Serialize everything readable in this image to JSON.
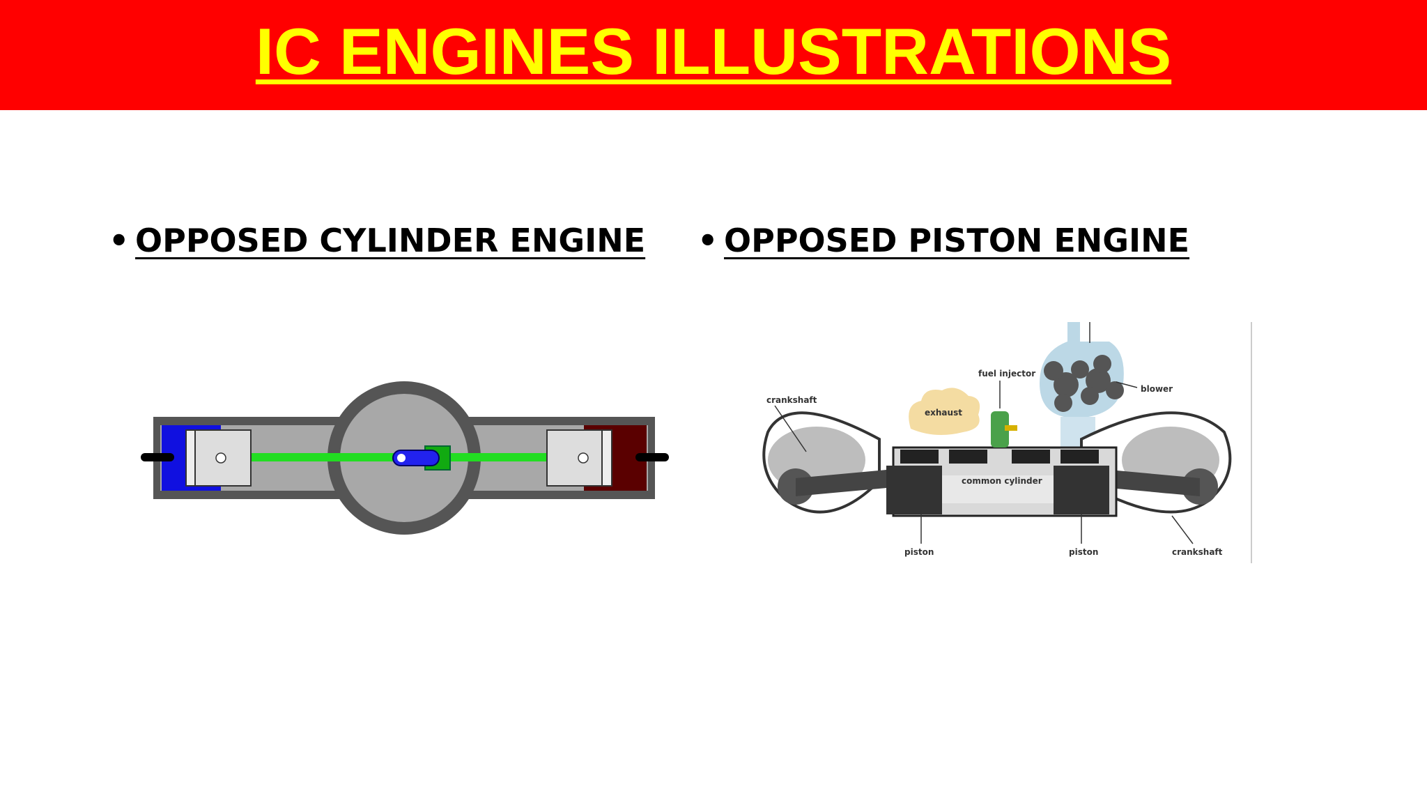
{
  "slide": {
    "title": "IC ENGINES ILLUSTRATIONS",
    "colors": {
      "banner": "#ff0000",
      "title_text": "#ffff00"
    }
  },
  "bullets": [
    {
      "marker": "•",
      "label": "OPPOSED CYLINDER ENGINE"
    },
    {
      "marker": "•",
      "label": "OPPOSED PISTON ENGINE"
    }
  ],
  "figure_piston": {
    "labels": {
      "fuel_injector": "fuel injector",
      "blower": "blower",
      "crankshaft_left": "crankshaft",
      "exhaust": "exhaust",
      "common_cylinder": "common cylinder",
      "piston_left": "piston",
      "piston_right": "piston",
      "crankshaft_right": "crankshaft"
    }
  }
}
